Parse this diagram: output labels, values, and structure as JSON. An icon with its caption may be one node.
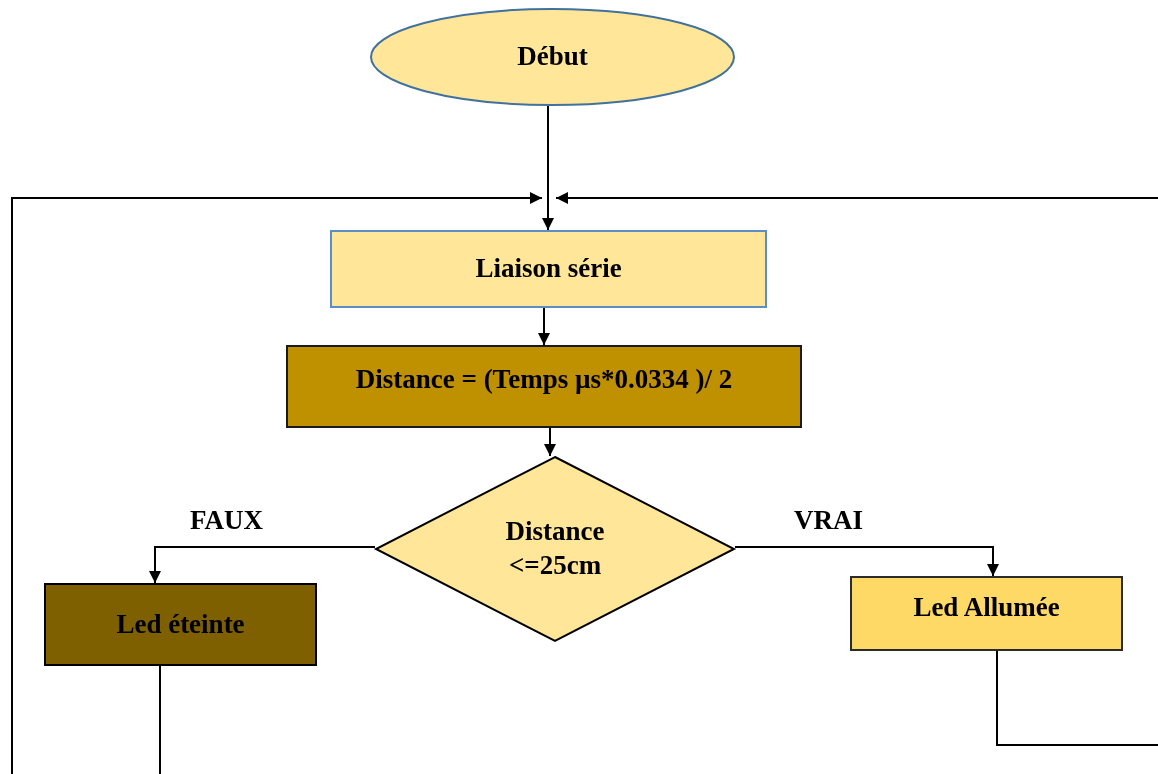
{
  "diagram": {
    "nodes": [
      {
        "text": [
          "Début"
        ]
      },
      {
        "text": [
          "Liaison série"
        ]
      },
      {
        "text": [
          "Distance = (Temps µs*0.0334 )/ 2"
        ]
      },
      {
        "text": [
          "Distance <=25cm"
        ]
      },
      {
        "text": [
          "Led éteinte"
        ]
      },
      {
        "text": [
          "Led Allumée"
        ]
      }
    ],
    "edges": [
      {
        "from": 0,
        "to": 1,
        "arrow": "to"
      },
      {
        "from": 1,
        "to": 2,
        "arrow": "to"
      },
      {
        "from": 2,
        "to": 3,
        "arrow": "to"
      },
      {
        "from": 3,
        "to": 4,
        "arrow": "to",
        "label": "FAUX"
      },
      {
        "from": 3,
        "to": 5,
        "arrow": "to",
        "label": "VRAI"
      },
      {
        "from": 4,
        "to": null,
        "arrow": "none"
      },
      {
        "from": null,
        "to": 1,
        "arrow": "to"
      },
      {
        "from": 5,
        "to": null,
        "arrow": "none"
      },
      {
        "from": null,
        "to": 1,
        "arrow": "to"
      }
    ]
  }
}
